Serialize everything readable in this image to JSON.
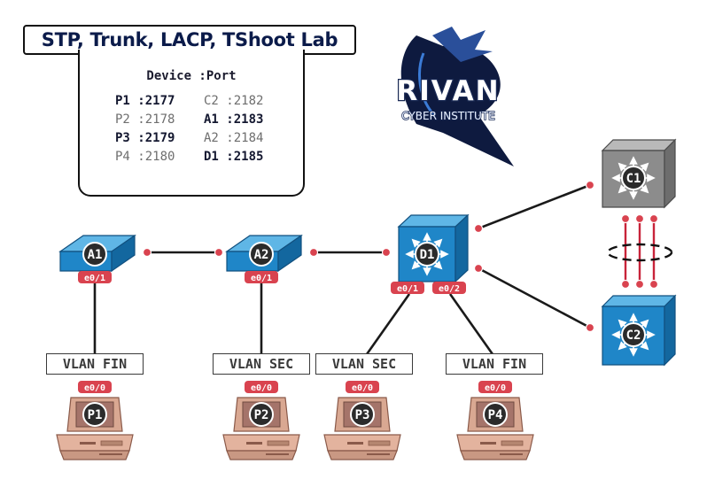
{
  "title": "STP, Trunk, LACP, TShoot Lab",
  "port_table": {
    "header": "Device :Port",
    "rows": [
      {
        "left": "P1 :2177",
        "right": "C2 :2182"
      },
      {
        "left": "P2 :2178",
        "right": "A1 :2183"
      },
      {
        "left": "P3 :2179",
        "right": "A2 :2184"
      },
      {
        "left": "P4 :2180",
        "right": "D1 :2185"
      }
    ]
  },
  "logo": {
    "name": "RIVAN",
    "tagline": "CYBER INSTITUTE"
  },
  "devices": {
    "a1": {
      "label": "A1",
      "port": "e0/1"
    },
    "a2": {
      "label": "A2",
      "port": "e0/1"
    },
    "d1": {
      "label": "D1",
      "port_left": "e0/1",
      "port_right": "e0/2"
    },
    "c1": {
      "label": "C1"
    },
    "c2": {
      "label": "C2"
    },
    "p1": {
      "label": "P1",
      "port": "e0/0",
      "vlan": "VLAN FIN"
    },
    "p2": {
      "label": "P2",
      "port": "e0/0",
      "vlan": "VLAN SEC"
    },
    "p3": {
      "label": "P3",
      "port": "e0/0",
      "vlan": "VLAN SEC"
    },
    "p4": {
      "label": "P4",
      "port": "e0/0",
      "vlan": "VLAN FIN"
    }
  },
  "colors": {
    "switch_blue": "#1f86c8",
    "core_gray": "#8c8c8c",
    "port_red": "#d9434f",
    "pc_body": "#d8a890",
    "link": "#1a1a1a",
    "title_text": "#0b1b4a"
  }
}
